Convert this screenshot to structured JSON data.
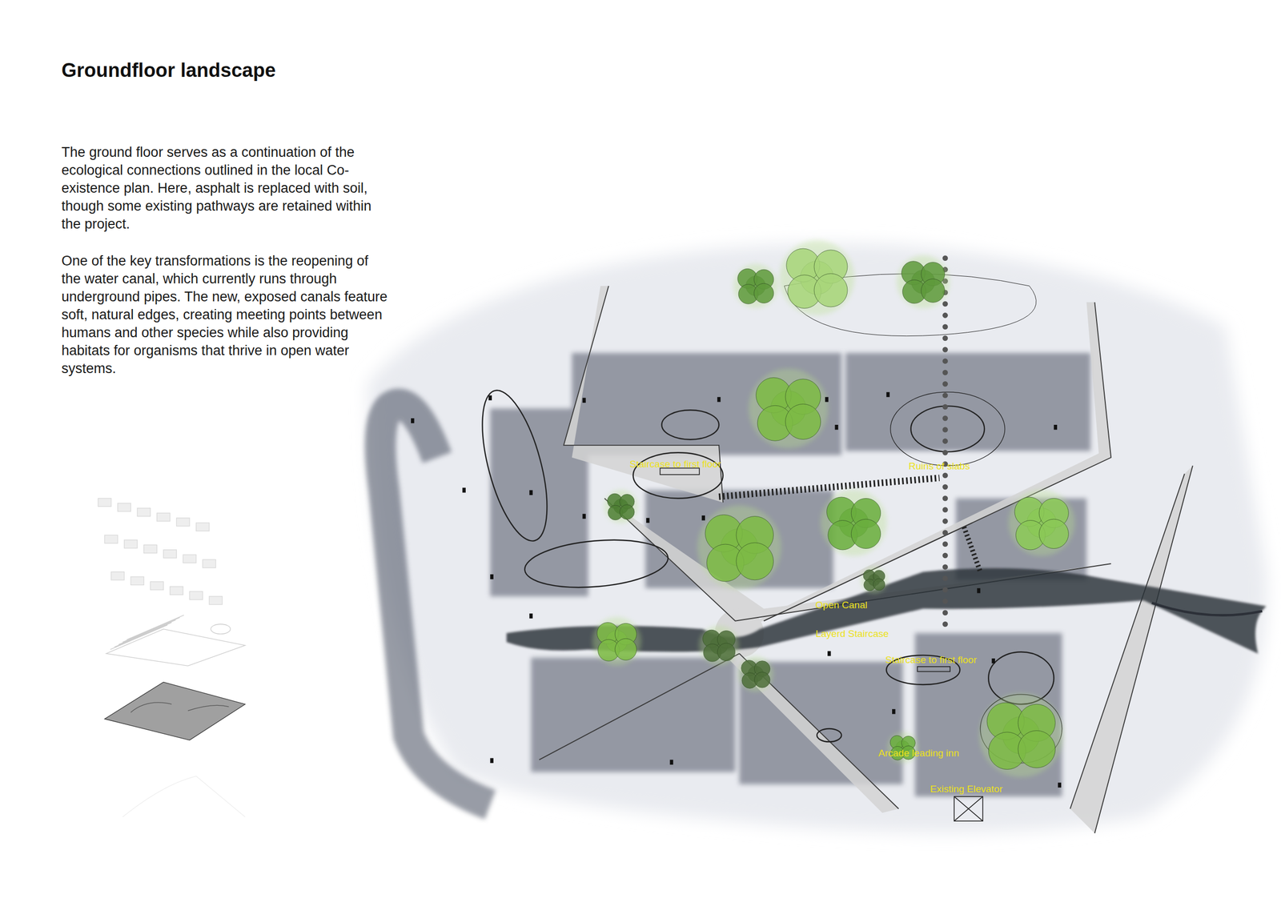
{
  "diagram": {
    "title": "Groundfloor landscape",
    "labels": [
      "The ground floor serves as a continuation of the ecological connections outlined in the local Co-existence plan. Here, asphalt is replaced with soil, though some existing pathways are retained within the project.",
      "One of the key transformations is the reopening of the water canal, which currently runs through underground pipes. The new, exposed canals feature soft, natural edges, creating meeting points between humans and other species while also providing habitats for organisms that thrive in open water systems.",
      "Staircase to first floor",
      "Ruins of slabs",
      "Open Canal",
      "Layerd Staircase",
      "Staircase to first floor",
      "Arcade leading inn",
      "Existing Elevator"
    ]
  }
}
